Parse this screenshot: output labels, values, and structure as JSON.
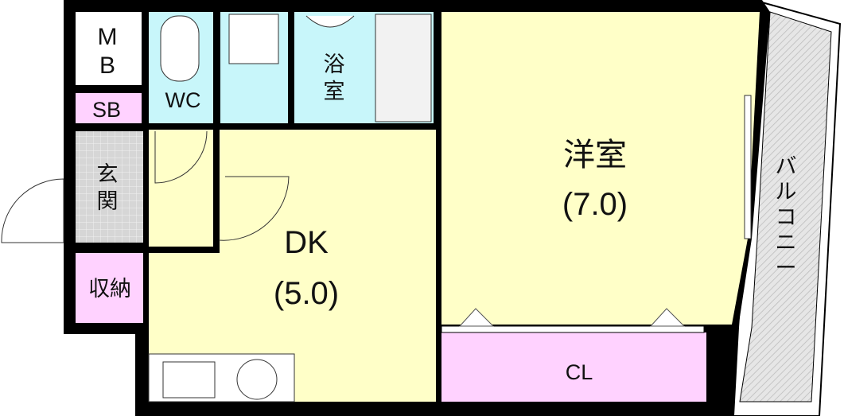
{
  "rooms": {
    "mb": {
      "line1": "M",
      "line2": "B"
    },
    "sb": "SB",
    "wc": "WC",
    "genkan": {
      "line1": "玄",
      "line2": "関"
    },
    "storage": "収納",
    "bath": {
      "line1": "浴",
      "line2": "室"
    },
    "western": {
      "name": "洋室",
      "size": "(7.0)"
    },
    "dk": {
      "name": "DK",
      "size": "(5.0)"
    },
    "closet": "CL",
    "balcony": [
      "バ",
      "ル",
      "コ",
      "ニ",
      "ー"
    ]
  },
  "colors": {
    "wet": "#c8f6fa",
    "living": "#ffffc8",
    "storage": "#ffd2ff",
    "genkan": "#d8d8d8",
    "wall": "#000000",
    "balcony": "#e0e0e0"
  }
}
